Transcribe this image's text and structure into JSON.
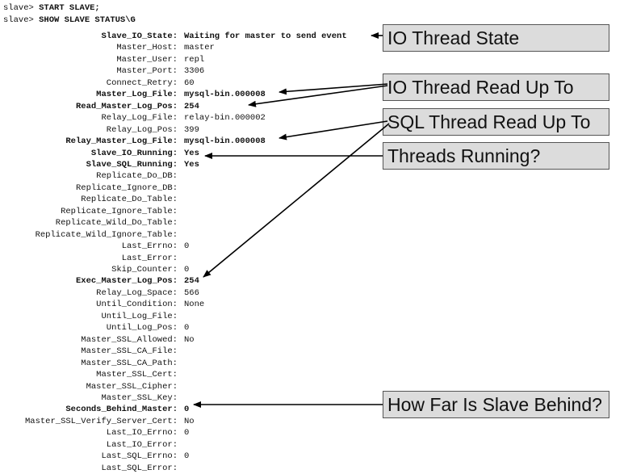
{
  "commands": [
    {
      "prompt": "slave> ",
      "command": "START SLAVE;"
    },
    {
      "prompt": "slave> ",
      "command": "SHOW SLAVE STATUS\\G"
    }
  ],
  "status_rows": [
    {
      "key": "Slave_IO_State:",
      "value": "Waiting for master to send event",
      "bold": true
    },
    {
      "key": "Master_Host:",
      "value": "master",
      "bold": false
    },
    {
      "key": "Master_User:",
      "value": "repl",
      "bold": false
    },
    {
      "key": "Master_Port:",
      "value": "3306",
      "bold": false
    },
    {
      "key": "Connect_Retry:",
      "value": "60",
      "bold": false
    },
    {
      "key": "Master_Log_File:",
      "value": "mysql-bin.000008",
      "bold": true
    },
    {
      "key": "Read_Master_Log_Pos:",
      "value": "254",
      "bold": true
    },
    {
      "key": "Relay_Log_File:",
      "value": "relay-bin.000002",
      "bold": false
    },
    {
      "key": "Relay_Log_Pos:",
      "value": "399",
      "bold": false
    },
    {
      "key": "Relay_Master_Log_File:",
      "value": "mysql-bin.000008",
      "bold": true
    },
    {
      "key": "Slave_IO_Running:",
      "value": "Yes",
      "bold": true
    },
    {
      "key": "Slave_SQL_Running:",
      "value": "Yes",
      "bold": true
    },
    {
      "key": "Replicate_Do_DB:",
      "value": "",
      "bold": false
    },
    {
      "key": "Replicate_Ignore_DB:",
      "value": "",
      "bold": false
    },
    {
      "key": "Replicate_Do_Table:",
      "value": "",
      "bold": false
    },
    {
      "key": "Replicate_Ignore_Table:",
      "value": "",
      "bold": false
    },
    {
      "key": "Replicate_Wild_Do_Table:",
      "value": "",
      "bold": false
    },
    {
      "key": "Replicate_Wild_Ignore_Table:",
      "value": "",
      "bold": false
    },
    {
      "key": "Last_Errno:",
      "value": "0",
      "bold": false
    },
    {
      "key": "Last_Error:",
      "value": "",
      "bold": false
    },
    {
      "key": "Skip_Counter:",
      "value": "0",
      "bold": false
    },
    {
      "key": "Exec_Master_Log_Pos:",
      "value": "254",
      "bold": true
    },
    {
      "key": "Relay_Log_Space:",
      "value": "566",
      "bold": false
    },
    {
      "key": "Until_Condition:",
      "value": "None",
      "bold": false
    },
    {
      "key": "Until_Log_File:",
      "value": "",
      "bold": false
    },
    {
      "key": "Until_Log_Pos:",
      "value": "0",
      "bold": false
    },
    {
      "key": "Master_SSL_Allowed:",
      "value": "No",
      "bold": false
    },
    {
      "key": "Master_SSL_CA_File:",
      "value": "",
      "bold": false
    },
    {
      "key": "Master_SSL_CA_Path:",
      "value": "",
      "bold": false
    },
    {
      "key": "Master_SSL_Cert:",
      "value": "",
      "bold": false
    },
    {
      "key": "Master_SSL_Cipher:",
      "value": "",
      "bold": false
    },
    {
      "key": "Master_SSL_Key:",
      "value": "",
      "bold": false
    },
    {
      "key": "Seconds_Behind_Master:",
      "value": "0",
      "bold": true
    },
    {
      "key": "Master_SSL_Verify_Server_Cert:",
      "value": "No",
      "bold": false
    },
    {
      "key": "Last_IO_Errno:",
      "value": "0",
      "bold": false
    },
    {
      "key": "Last_IO_Error:",
      "value": "",
      "bold": false
    },
    {
      "key": "Last_SQL_Errno:",
      "value": "0",
      "bold": false
    },
    {
      "key": "Last_SQL_Error:",
      "value": "",
      "bold": false
    }
  ],
  "callouts": {
    "io_thread_state": "IO Thread State",
    "io_thread_read": "IO Thread Read Up To",
    "sql_thread_read": "SQL Thread Read Up To",
    "threads_running": "Threads Running?",
    "slave_behind": "How Far Is Slave Behind?"
  },
  "arrow_color": "#000000",
  "callout_fill": "#dcdcdc"
}
